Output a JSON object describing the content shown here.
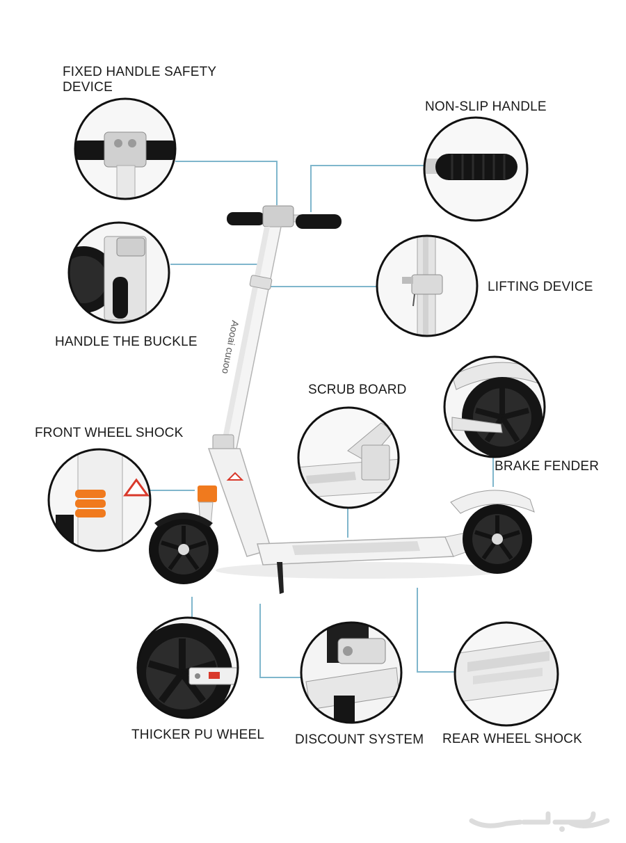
{
  "labels": {
    "fixed_handle_safety_device": "FIXED HANDLE SAFETY DEVICE",
    "non_slip_handle": "NON-SLIP HANDLE",
    "handle_the_buckle": "HANDLE THE BUCKLE",
    "lifting_device": "LIFTING DEVICE",
    "front_wheel_shock": "FRONT WHEEL SHOCK",
    "scrub_board": "SCRUB BOARD",
    "brake_fender": "BRAKE FENDER",
    "thicker_pu_wheel": "THICKER PU WHEEL",
    "discount_system": "DISCOUNT SYSTEM",
    "rear_wheel_shock": "REAR WHEEL SHOCK"
  },
  "scooter": {
    "stem_text": "Aooai cuuoo"
  },
  "watermark": {
    "text": "حراج"
  },
  "colors": {
    "connector": "#7fb6cc",
    "frame": "#f2f2f2",
    "outline": "#b9b9b9",
    "tire": "#111111",
    "spring": "#f07a1e",
    "warning": "#d9392b"
  }
}
